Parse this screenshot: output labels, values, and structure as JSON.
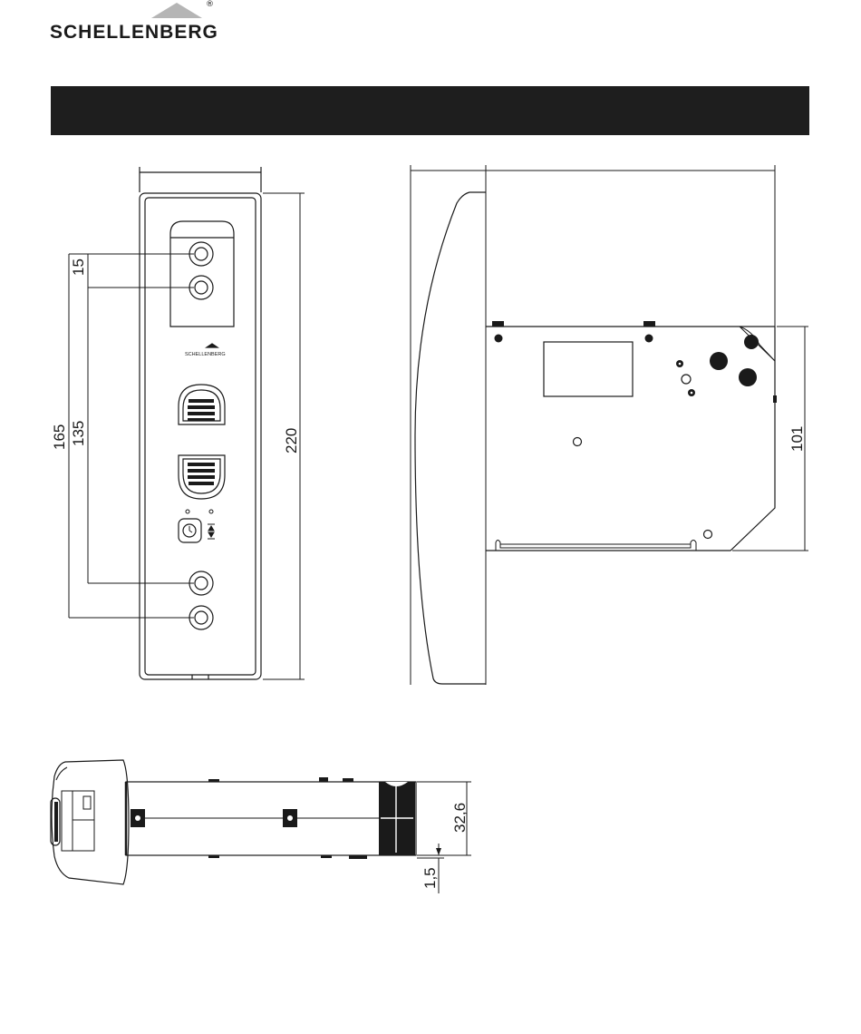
{
  "header": {
    "brand": "SCHELLENBERG",
    "registered_mark": "®",
    "title": ""
  },
  "front_view": {
    "logo_text": "SCHELLENBERG",
    "dimensions": {
      "d_15": "15",
      "d_135": "135",
      "d_165": "165",
      "d_220": "220"
    }
  },
  "side_view": {
    "dimensions": {
      "d_101": "101"
    }
  },
  "bottom_view": {
    "dimensions": {
      "d_32_6": "32,6",
      "d_1_5": "1,5"
    }
  },
  "colors": {
    "ink": "#1a1a1a",
    "bar": "#1e1e1e",
    "paper": "#ffffff"
  }
}
